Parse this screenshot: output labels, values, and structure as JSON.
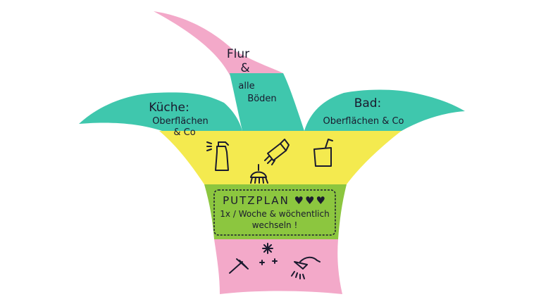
{
  "colors": {
    "pink": "#f3a9c9",
    "turquoise": "#3fc7ad",
    "yellow": "#f4ea4f",
    "green": "#8cc63f",
    "ink": "#1a1a2e"
  },
  "center_leaf": {
    "line1": "Flur",
    "line2": "&",
    "line3": "alle",
    "line4": "Böden"
  },
  "left_leaf": {
    "line1": "Küche:",
    "line2": "Oberflächen",
    "line3": "& Co"
  },
  "right_leaf": {
    "line1": "Bad:",
    "line2": "Oberflächen & Co"
  },
  "green_band": {
    "title": "PUTZPLAN ♥♥♥",
    "line1": "1x / Woche & wöchentlich",
    "line2": "wechseln !"
  },
  "icons": [
    "spray-bottle-icon",
    "scrubbing-brush-icon",
    "dustpan-icon",
    "hand-brush-icon",
    "squeegee-icon",
    "sparkle-icon",
    "shower-head-icon"
  ]
}
